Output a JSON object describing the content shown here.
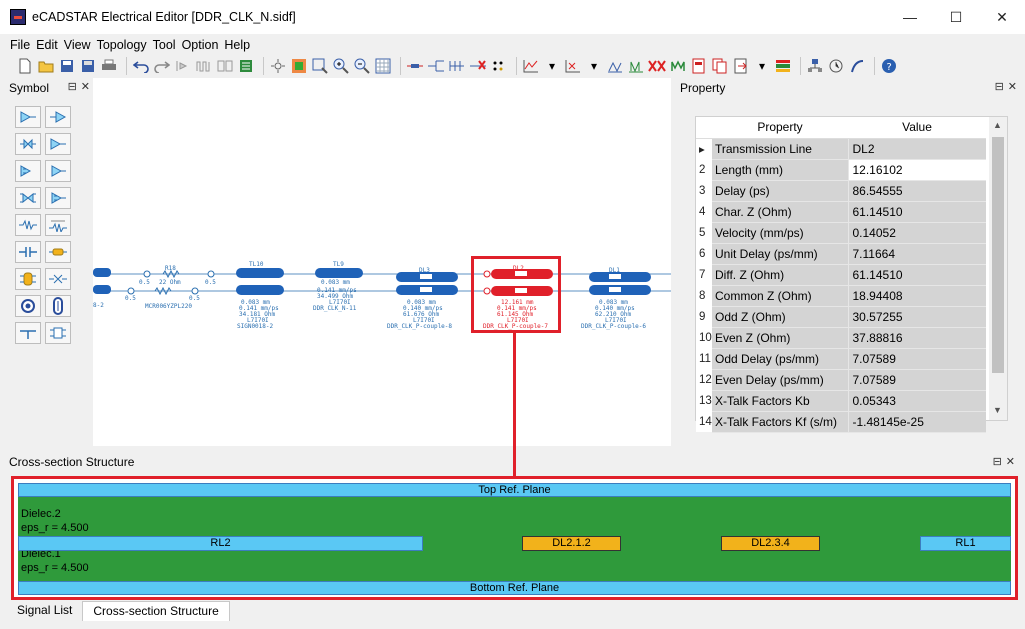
{
  "window": {
    "title": "eCADSTAR Electrical Editor [DDR_CLK_N.sidf]",
    "minimize": "—",
    "maximize": "☐",
    "close": "✕"
  },
  "menu": [
    "File",
    "Edit",
    "View",
    "Topology",
    "Tool",
    "Option",
    "Help"
  ],
  "symbol_panel": {
    "title": "Symbol",
    "pin": "⊟",
    "close": "✕"
  },
  "property_panel": {
    "title": "Property",
    "pin": "⊟",
    "close": "✕",
    "headers": {
      "name": "Property",
      "value": "Value"
    },
    "rows": [
      {
        "num": "▸",
        "name": "Transmission Line",
        "value": "DL2"
      },
      {
        "num": "2",
        "name": "Length (mm)",
        "value": "12.16102"
      },
      {
        "num": "3",
        "name": "Delay (ps)",
        "value": "86.54555"
      },
      {
        "num": "4",
        "name": "Char. Z (Ohm)",
        "value": "61.14510"
      },
      {
        "num": "5",
        "name": "Velocity (mm/ps)",
        "value": "0.14052"
      },
      {
        "num": "6",
        "name": "Unit Delay (ps/mm)",
        "value": "7.11664"
      },
      {
        "num": "7",
        "name": "Diff. Z (Ohm)",
        "value": "61.14510"
      },
      {
        "num": "8",
        "name": "Common Z (Ohm)",
        "value": "18.94408"
      },
      {
        "num": "9",
        "name": "Odd Z (Ohm)",
        "value": "30.57255"
      },
      {
        "num": "10",
        "name": "Even Z (Ohm)",
        "value": "37.88816"
      },
      {
        "num": "11",
        "name": "Odd Delay (ps/mm)",
        "value": "7.07589"
      },
      {
        "num": "12",
        "name": "Even Delay (ps/mm)",
        "value": "7.07589"
      },
      {
        "num": "13",
        "name": "X-Talk Factors Kb",
        "value": "0.05343"
      },
      {
        "num": "14",
        "name": "X-Talk Factors Kf (s/m)",
        "value": "-1.48145e-25"
      }
    ]
  },
  "canvas": {
    "components": {
      "r18": {
        "label": "R18",
        "value": "22 Ohm",
        "part": "MCR006YZPL220"
      },
      "tl10": {
        "label": "TL10",
        "length": "0.083 mm",
        "velocity": "0.141 mm/ps",
        "impedance": "34.181 Ohm",
        "layer": "L7I70I",
        "net": "SIGN0018-2"
      },
      "tl9": {
        "label": "TL9",
        "length": "0.083 mm",
        "velocity": "0.141 mm/ps",
        "impedance": "34.499 Ohm",
        "layer": "L7I70I",
        "net": "DDR_CLK_N-11"
      },
      "dl3": {
        "label": "DL3",
        "length": "0.083 mm",
        "velocity": "0.140 mm/ps",
        "impedance": "61.676 Ohm",
        "layer": "L7I70I",
        "net": "DDR_CLK_P-couple-8"
      },
      "dl2": {
        "label": "DL2",
        "length": "12.161 mm",
        "velocity": "0.141 mm/ps",
        "impedance": "61.145 Ohm",
        "layer": "L7I70I",
        "net": "DDR_CLK_P-couple-7"
      },
      "dl1": {
        "label": "DL1",
        "length": "0.083 mm",
        "velocity": "0.140 mm/ps",
        "impedance": "62.210 Ohm",
        "layer": "L7I70I",
        "net": "DDR_CLK_P-couple-6"
      },
      "left_misc": {
        "v1": "0.5",
        "v2": "0.5",
        "v3": "0.5",
        "v4": "0.5",
        "net": "8-2"
      }
    }
  },
  "cross_section": {
    "title": "Cross-section Structure",
    "pin": "⊟",
    "close": "✕",
    "top_plane": "Top Ref. Plane",
    "bottom_plane": "Bottom Ref. Plane",
    "dielec2": {
      "name": "Dielec.2",
      "eps": "eps_r = 4.500"
    },
    "dielec1": {
      "name": "Dielec.1",
      "eps": "eps_r = 4.500"
    },
    "traces": {
      "rl2": "RL2",
      "dl212": "DL2.1.2",
      "dl234": "DL2.3.4",
      "rl1": "RL1"
    },
    "colors": {
      "plane": "#5ac8f4",
      "dielectric": "#2f9a3b",
      "signal": "#f2b21b",
      "highlight": "#e0202a"
    }
  },
  "bottom_tabs": [
    "Signal List",
    "Cross-section Structure"
  ]
}
